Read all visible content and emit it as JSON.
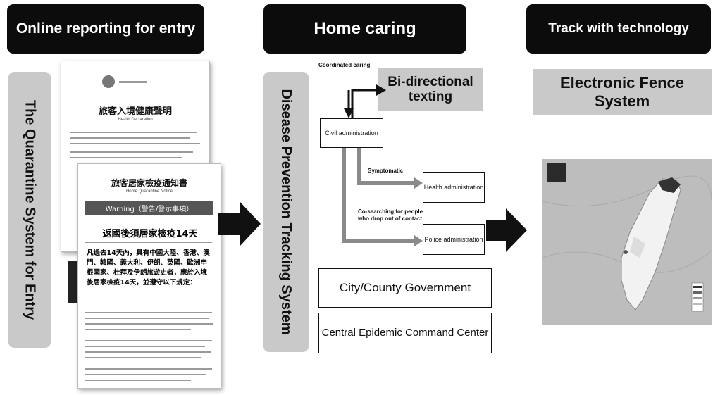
{
  "headers": {
    "h1": "Online reporting for entry",
    "h2": "Home caring",
    "h3": "Track with technology"
  },
  "side_labels": {
    "s1": "The Quarantine System for Entry",
    "s2": "Disease Prevention Tracking System"
  },
  "docs": {
    "d1_title": "旅客入境健康聲明",
    "d1_sub": "Health Declaration",
    "d2_title": "旅客居家檢疫通知書",
    "d2_sub": "Home Quarantine Notice",
    "d2_warning": "Warning（警告/警示事項）",
    "d2_heading": "返國後須居家檢疫14天",
    "d2_list": "凡過去14天內，具有中國大陸、香港、澳門、韓國、義大利、伊朗、英國、歐洲申根國家、杜拜及伊朗旅遊史者，應於入境後居家檢疫14天，並遵守以下規定："
  },
  "diagram": {
    "coordinated_caring": "Coordinated caring",
    "bidirectional": "Bi-directional texting",
    "civil": "Civil administration",
    "symptomatic": "Symptomatic",
    "health": "Health administration",
    "cosearch": "Co-searching for people who drop out of contact",
    "police": "Police administration",
    "city": "City/County Government",
    "cecc": "Central Epidemic Command Center"
  },
  "fence": {
    "title": "Electronic Fence System"
  },
  "colors": {
    "header_bg": "#0c0c0c",
    "panel_gray": "#c9c9c9",
    "arrow": "#111111",
    "connector_gray": "#8a8a8a"
  }
}
